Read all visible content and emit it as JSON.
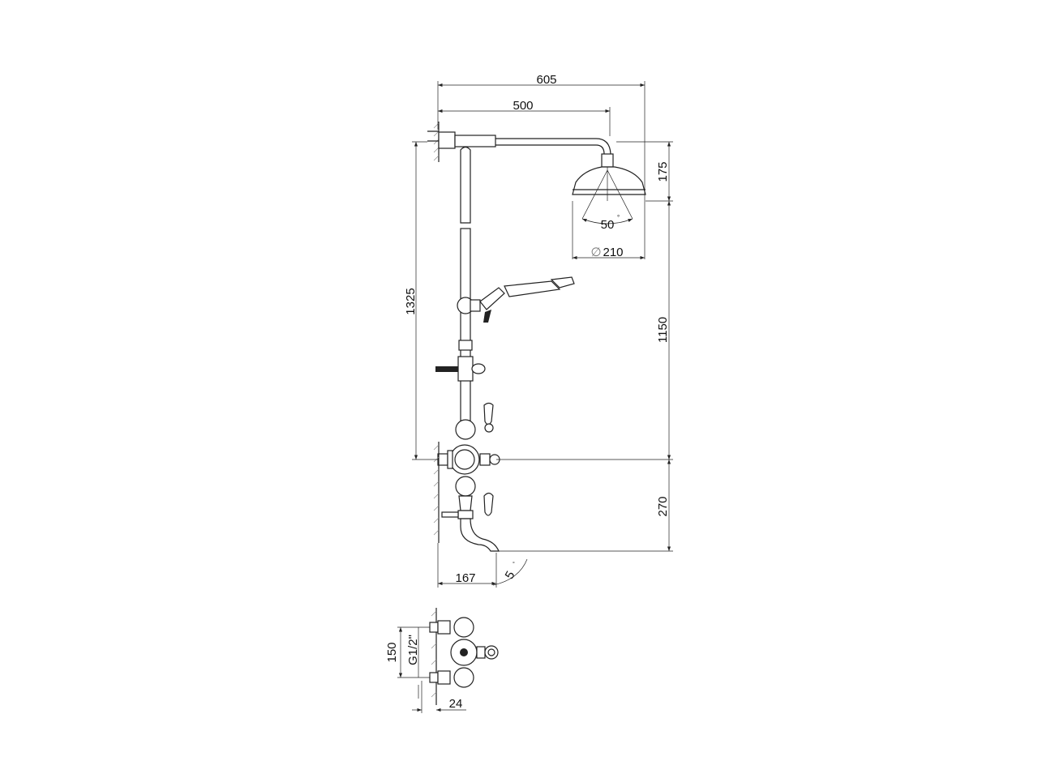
{
  "drawing": {
    "dimensions": {
      "total_projection": "605",
      "arm_length": "500",
      "head_drop": "175",
      "spray_angle": "50",
      "spray_angle_unit": "°",
      "head_diameter_symbol": "∅",
      "head_diameter": "210",
      "overall_height": "1325",
      "mixer_to_head": "1150",
      "mixer_to_spout": "270",
      "spout_projection": "167",
      "spout_angle": "5",
      "spout_angle_unit": "°",
      "inlet_centers": "150",
      "inlet_thread": "G1/2\"",
      "wall_offset": "24"
    },
    "line_color": "#222222"
  }
}
